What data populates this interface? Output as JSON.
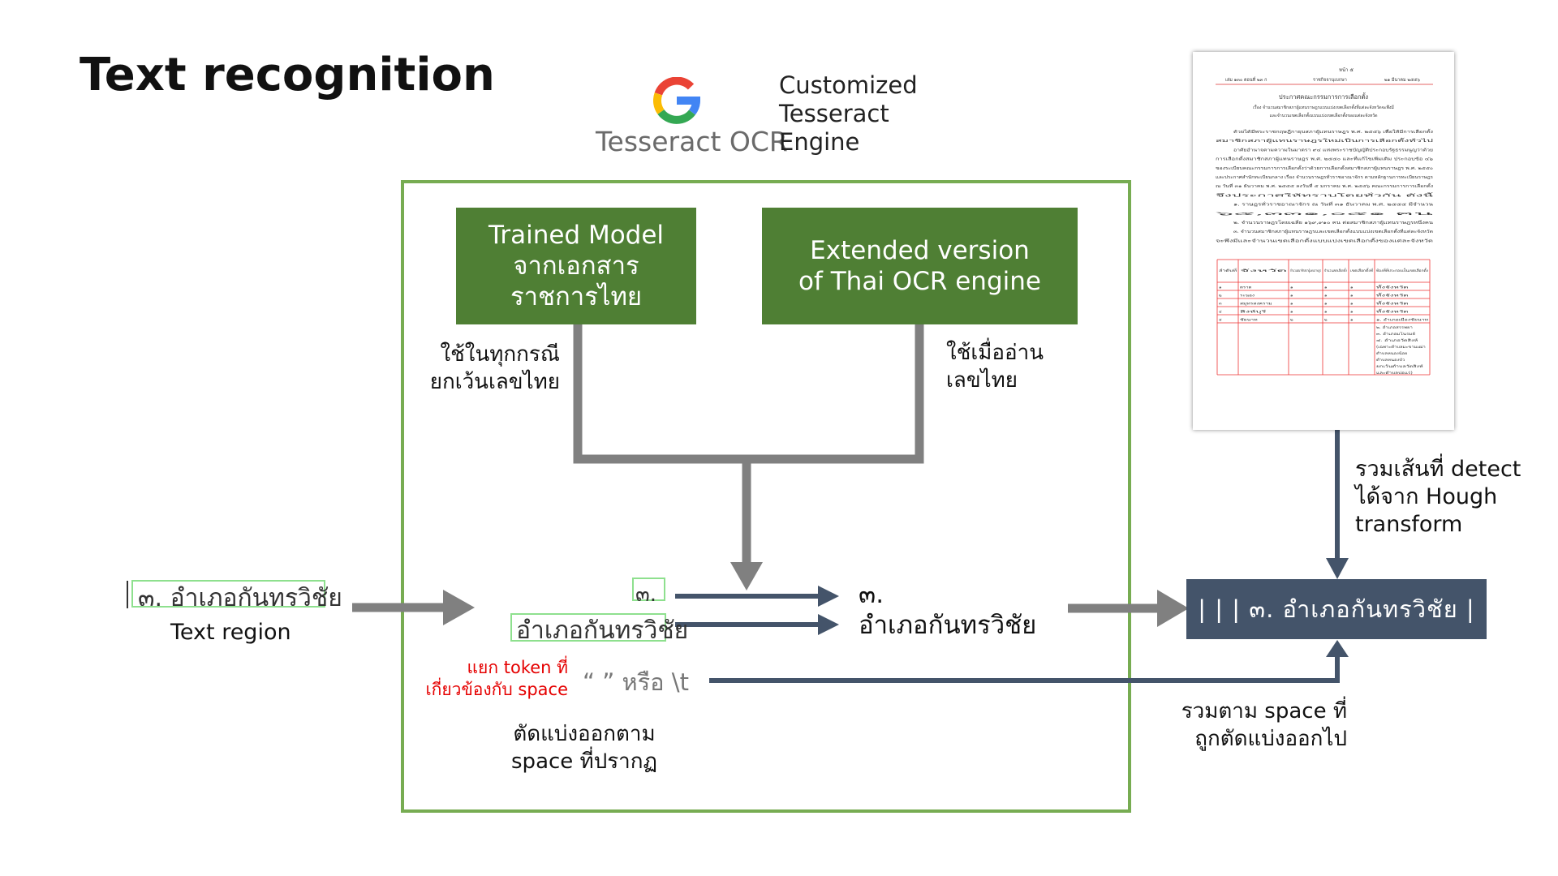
{
  "slide": {
    "title": "Text recognition"
  },
  "engine": {
    "logo_text": "Tesseract OCR",
    "label_line1": "Customized",
    "label_line2": "Tesseract",
    "label_line3": "Engine"
  },
  "models": {
    "trained_line1": "Trained Model",
    "trained_line2": "จากเอกสาร",
    "trained_line3": "ราชการไทย",
    "extended_line1": "Extended version",
    "extended_line2": "of Thai OCR engine",
    "trained_note_line1": "ใช้ในทุกกรณี",
    "trained_note_line2": "ยกเว้นเลขไทย",
    "extended_note_line1": "ใช้เมื่ออ่าน",
    "extended_note_line2": "เลขไทย"
  },
  "input": {
    "crop_text": "๓.  อำเภอกันทรวิชัย",
    "label": "Text region"
  },
  "split": {
    "token1": "๓.",
    "token2": "อำเภอกันทรวิชัย",
    "space_note_line1": "แยก token ที่",
    "space_note_line2": "เกี่ยวข้องกับ space",
    "space_chars": "“  ” หรือ \\t",
    "caption_line1": "ตัดแบ่งออกตาม",
    "caption_line2": "space ที่ปรากฏ"
  },
  "recognized": {
    "line1": "๓.",
    "line2": "อำเภอกันทรวิชัย"
  },
  "hough": {
    "line1": "รวมเส้นที่ detect",
    "line2": "ได้จาก Hough",
    "line3": "transform"
  },
  "merge": {
    "line1": "รวมตาม space ที่",
    "line2": "ถูกตัดแบ่งออกไป"
  },
  "result": {
    "text": "| | |  ๓. อำเภอกันทรวิชัย  |"
  },
  "document": {
    "page_label": "หน้า  ๕",
    "header_left": "เล่ม  ๑๓๐  ตอนที่  ๒๓  ก",
    "header_mid": "ราชกิจจานุเบกษา",
    "header_right": "๒๑  มีนาคม  ๒๕๕๖",
    "heading1": "ประกาศคณะกรรมการการเลือกตั้ง",
    "heading2": "เรื่อง  จำนวนสมาชิกสภาผู้แทนราษฎรแบบแบ่งเขตเลือกตั้งที่แต่ละจังหวัดจะพึงมี",
    "heading3": "และจำนวนเขตเลือกตั้งแบบแบ่งเขตเลือกตั้งของแต่ละจังหวัด",
    "body": [
      "ด้วยได้มีพระราชกฤษฎีกายุบสภาผู้แทนราษฎร พ.ศ. ๒๕๕๖ เพื่อให้มีการเลือกตั้ง",
      "สมาชิกสภาผู้แทนราษฎรใหม่เป็นการเลือกตั้งทั่วไป",
      "อาศัยอำนาจตามความในมาตรา ๙๔ แห่งพระราชบัญญัติประกอบรัฐธรรมนูญว่าด้วย",
      "การเลือกตั้งสมาชิกสภาผู้แทนราษฎร พ.ศ. ๒๕๕๐ และที่แก้ไขเพิ่มเติม ประกอบข้อ ๔๖",
      "ของระเบียบคณะกรรมการการเลือกตั้งว่าด้วยการเลือกตั้งสมาชิกสภาผู้แทนราษฎร พ.ศ. ๒๕๕๐",
      "และประกาศสำนักทะเบียนกลาง เรื่อง จำนวนราษฎรทั่วราชอาณาจักร ตามหลักฐานการทะเบียนราษฎร",
      "ณ วันที่ ๓๑ ธันวาคม พ.ศ. ๒๕๕๕ ลงวันที่ ๕ มกราคม พ.ศ. ๒๕๕๖ คณะกรรมการการเลือกตั้ง",
      "จึงประกาศให้ทราบโดยทั่วกัน ดังนี้",
      "๑. ราษฎรทั่วราชอาณาจักร ณ วันที่ ๓๑ ธันวาคม พ.ศ. ๒๕๕๕ มีจำนวน",
      "๖๕,๓๓๑,๐๕๑ คน",
      "๒. จำนวนราษฎรโดยเฉลี่ย ๑๖๙,๙๑๐ คน ต่อสมาชิกสภาผู้แทนราษฎรหนึ่งคน",
      "๓. จำนวนสมาชิกสภาผู้แทนราษฎรและเขตเลือกตั้งแบบแบ่งเขตเลือกตั้งที่แต่ละจังหวัด",
      "จะพึงมีและจำนวนเขตเลือกตั้งแบบแบ่งเขตเลือกตั้งของแต่ละจังหวัด"
    ],
    "table_headers": [
      "ลำดับที่",
      "จังหวัด",
      "จำนวนสมาชิกสภาผู้แทนราษฎร",
      "จำนวนเขตเลือกตั้ง",
      "เขตเลือกตั้งที่",
      "ท้องที่ที่ประกอบเป็นเขตเลือกตั้ง"
    ],
    "table_rows": [
      [
        "๑",
        "ตราด",
        "๑",
        "๑",
        "๑",
        "ทั้งจังหวัด"
      ],
      [
        "๒",
        "ระนอง",
        "๑",
        "๑",
        "๑",
        "ทั้งจังหวัด"
      ],
      [
        "๓",
        "สมุทรสงคราม",
        "๑",
        "๑",
        "๑",
        "ทั้งจังหวัด"
      ],
      [
        "๔",
        "สิงห์บุรี",
        "๑",
        "๑",
        "๑",
        "ทั้งจังหวัด"
      ],
      [
        "๕",
        "ชัยนาท",
        "๒",
        "๒",
        "๑",
        "๑. อำเภอเมืองชัยนาท"
      ]
    ],
    "table_extra": [
      "๒. อำเภอสรรพยา",
      "๓. อำเภอมโนรมย์",
      "๔. อำเภอวัดสิงห์",
      "(เฉพาะตำบลมะขามเฒ่า",
      "ตำบลหนองน้อย",
      "ตำบลหนองบัว",
      "ยกเว้นตำบลวัดสิงห์",
      "และตำบลบ่อแร่)"
    ]
  }
}
